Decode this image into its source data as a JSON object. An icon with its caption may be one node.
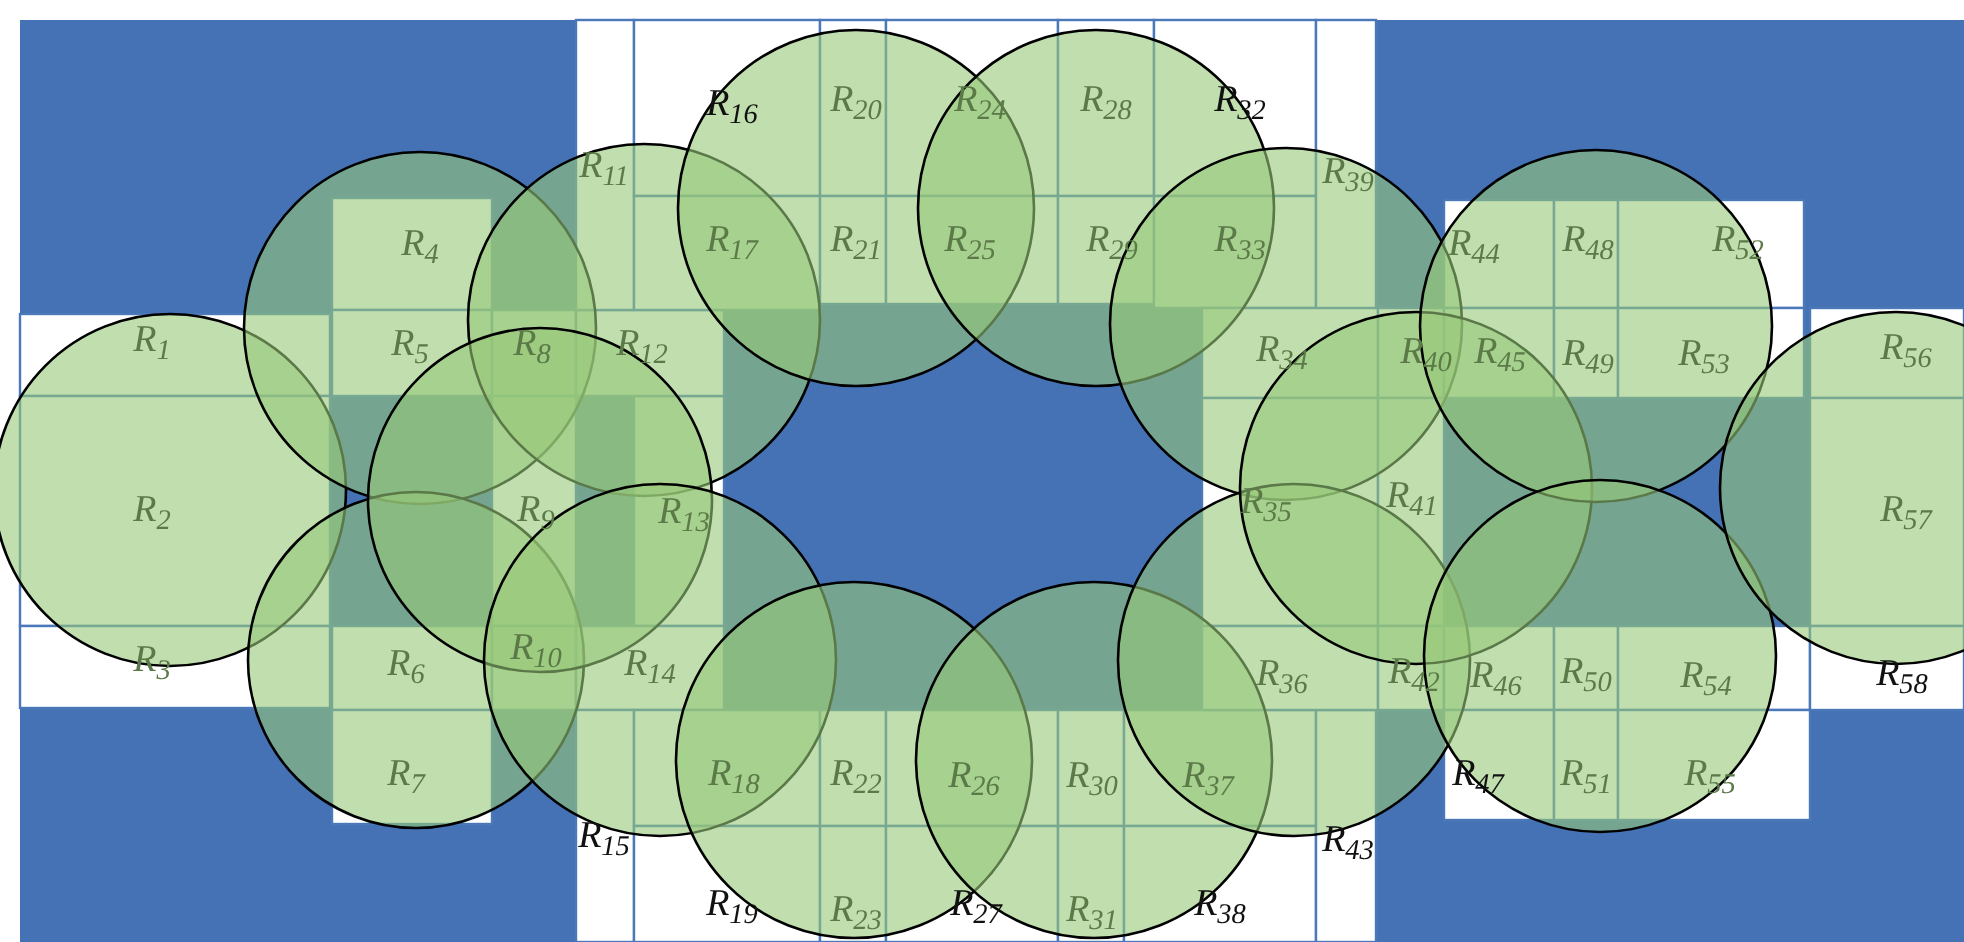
{
  "diagram": {
    "labels": [
      "R$_{1}$",
      "R$_{2}$",
      "R$_{3}$",
      "R$_{4}$",
      "R$_{5}$",
      "R$_{6}$",
      "R$_{7}$",
      "R$_{8}$",
      "R$_{9}$",
      "R$_{10}$",
      "R$_{11}$",
      "R$_{12}$",
      "R$_{13}$",
      "R$_{14}$",
      "R$_{15}$",
      "R$_{16}$",
      "R$_{17}$",
      "R$_{18}$",
      "R$_{19}$",
      "R$_{20}$",
      "R$_{21}$",
      "R$_{22}$",
      "R$_{23}$",
      "R$_{24}$",
      "R$_{25}$",
      "R$_{26}$",
      "R$_{27}$",
      "R$_{28}$",
      "R$_{29}$",
      "R$_{30}$",
      "R$_{31}$",
      "R$_{32}$",
      "R$_{33}$",
      "R$_{34}$",
      "R$_{35}$",
      "R$_{36}$",
      "R$_{37}$",
      "R$_{38}$",
      "R$_{39}$",
      "R$_{40}$",
      "R$_{41}$",
      "R$_{42}$",
      "R$_{43}$",
      "R$_{44}$",
      "R$_{45}$",
      "R$_{46}$",
      "R$_{47}$",
      "R$_{48}$",
      "R$_{49}$",
      "R$_{50}$",
      "R$_{51}$",
      "R$_{52}$",
      "R$_{53}$",
      "R$_{54}$",
      "R$_{55}$",
      "R$_{56}$",
      "R$_{57}$",
      "R$_{58}$"
    ]
  }
}
